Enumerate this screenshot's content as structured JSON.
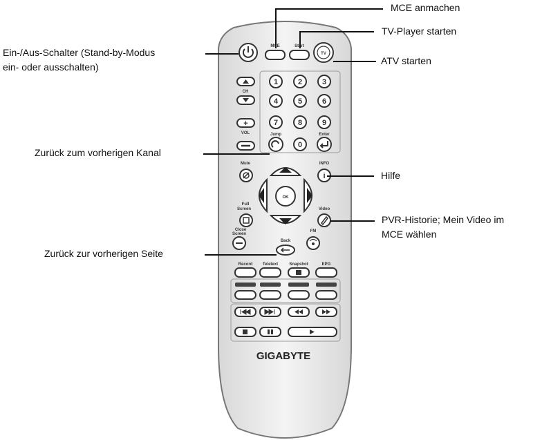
{
  "callouts": {
    "mce_on": "MCE anmachen",
    "tv_player": "TV-Player starten",
    "atv": "ATV starten",
    "power_line1": "Ein-/Aus-Schalter (Stand-by-Modus",
    "power_line2": "ein- oder ausschalten)",
    "prev_channel": "Zurück zum vorherigen Kanal",
    "help": "Hilfe",
    "pvr_line1": "PVR-Historie; Mein Video im",
    "pvr_line2": "MCE wählen",
    "prev_page": "Zurück zur vorherigen Seite"
  },
  "remote": {
    "brand": "GIGABYTE",
    "labels": {
      "mce": "MCE",
      "start": "Start",
      "tv": "TV",
      "ch": "CH",
      "vol": "VOL",
      "jump": "Jump",
      "enter": "Enter",
      "mute": "Mute",
      "info": "INFO",
      "ok": "OK",
      "full": "Full",
      "screen": "Screen",
      "video": "Video",
      "close": "Close",
      "screen2": "Screen",
      "fm": "FM",
      "back": "Back",
      "record": "Record",
      "teletext": "Teletext",
      "snapshot": "Snapshot",
      "epg": "EPG"
    },
    "digits": [
      "1",
      "2",
      "3",
      "4",
      "5",
      "6",
      "7",
      "8",
      "9",
      "0"
    ]
  }
}
